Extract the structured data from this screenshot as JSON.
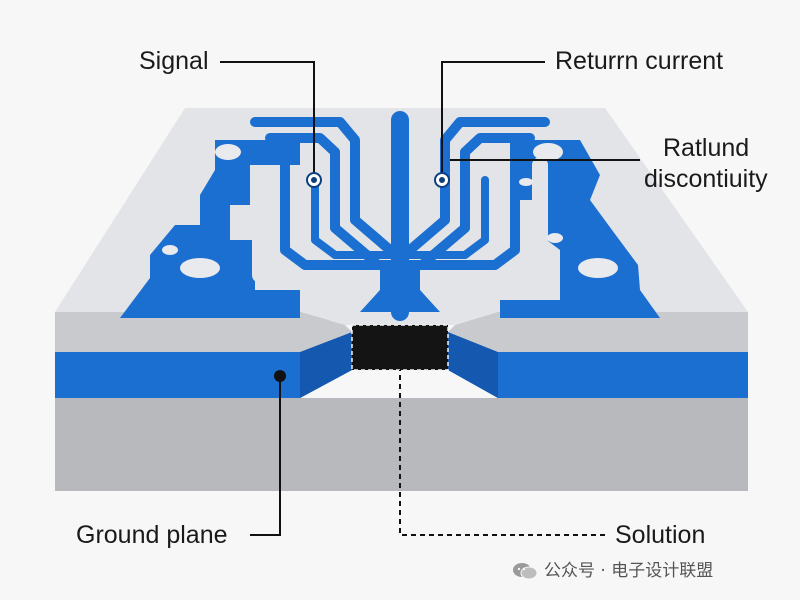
{
  "labels": {
    "signal": "Signal",
    "return_current": "Returrn current",
    "ratlund_line1": "Ratlund",
    "ratlund_line2": "discontiuity",
    "ground_plane": "Ground plane",
    "solution": "Solution"
  },
  "watermark": {
    "text": "公众号 · 电子设计联盟",
    "icon": "wechat-icon"
  },
  "colors": {
    "copper": "#1a6fd1",
    "board_top": "#e3e5e8",
    "board_side": "#aeb0b3",
    "board_bottom": "#b9bbbe",
    "chip": "#141414",
    "leader": "#111111"
  }
}
